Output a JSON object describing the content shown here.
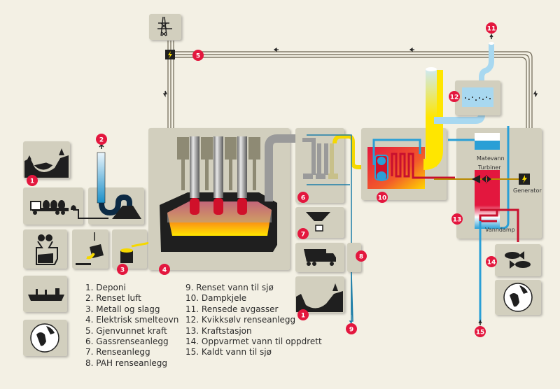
{
  "legend": {
    "column1": [
      "1. Deponi",
      "2. Renset luft",
      "3. Metall og slagg",
      "4. Elektrisk smelteovn",
      "5. Gjenvunnet kraft",
      "6. Gassrenseanlegg",
      "7. Renseanlegg",
      "8. PAH renseanlegg"
    ],
    "column2": [
      "9. Renset vann til sjø",
      "10. Dampkjele",
      "11. Rensede avgasser",
      "12. Kvikksølv renseanlegg",
      "13. Kraftstasjon",
      "14. Oppvarmet vann til oppdrett",
      "15. Kaldt vann til sjø"
    ]
  },
  "markers": [
    "1",
    "2",
    "3",
    "4",
    "5",
    "6",
    "7",
    "8",
    "9",
    "10",
    "11",
    "12",
    "13",
    "14",
    "15",
    "1"
  ],
  "labels": {
    "matevann": "Matevann",
    "turbiner": "Turbiner",
    "generator": "Generator",
    "vanndamp": "Vanndamp"
  },
  "icons": {
    "landfill": "landfill-icon",
    "pylon": "power-pylon-icon",
    "truck": "truck-icon",
    "ship": "ship-icon",
    "globe": "globe-icon",
    "fish": "fish-icon",
    "lightning": "lightning-icon"
  },
  "colors": {
    "background": "#f3f0e4",
    "panel": "#d2cfbe",
    "marker": "#e3173e",
    "water": "#2a9fd6",
    "hot": "#e3173e",
    "gas_yellow": "#f5d800",
    "pipe_gray": "#9a9a9a"
  }
}
